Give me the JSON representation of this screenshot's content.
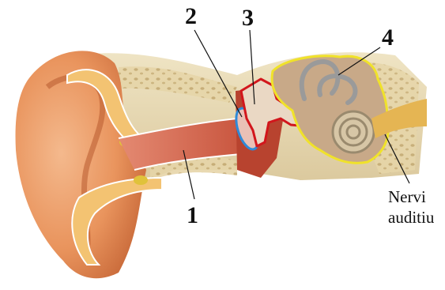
{
  "labels": {
    "one": "1",
    "two": "2",
    "three": "3",
    "four": "4"
  },
  "nerve_label": {
    "line1": "Nervi",
    "line2": "auditiu"
  },
  "outline_colors": {
    "eardrum": "#2f8ad8",
    "ossicles": "#d2161c",
    "inner_ear": "#f0e22a"
  }
}
